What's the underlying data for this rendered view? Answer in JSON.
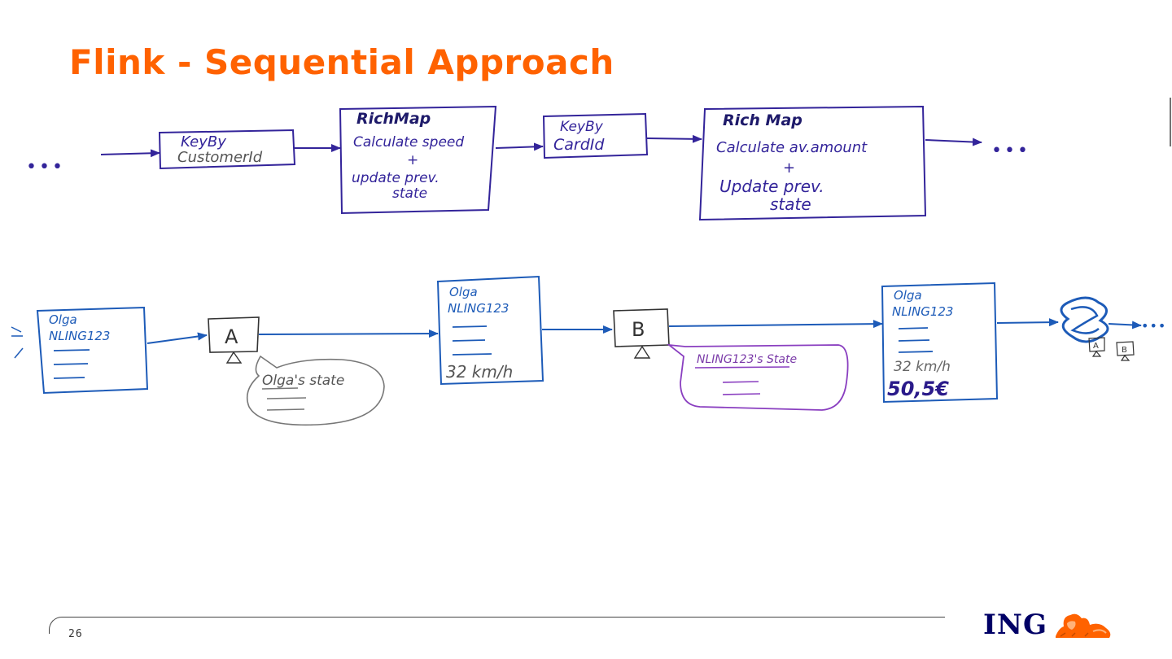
{
  "slide": {
    "title": "Flink - Sequential Approach",
    "page_number": "26",
    "logo_text": "ING"
  },
  "pipeline": {
    "ellipsis_left": "•••",
    "ellipsis_right": "•••",
    "keyby1": {
      "line1": "KeyBy",
      "line2": "CustomerId"
    },
    "richmap1": {
      "title": "RichMap",
      "line1": "Calculate speed",
      "plus": "+",
      "line2": "update prev.",
      "line3": "state"
    },
    "keyby2": {
      "line1": "KeyBy",
      "line2": "CardId"
    },
    "richmap2": {
      "title": "Rich Map",
      "line1": "Calculate av.amount",
      "plus": "+",
      "line2": "Update prev.",
      "line3": "state"
    }
  },
  "flow": {
    "record1": {
      "line1": "Olga",
      "line2": "NLING123"
    },
    "operator_a": "A",
    "state_a": "Olga's state",
    "record2": {
      "line1": "Olga",
      "line2": "NLING123",
      "speed": "32 km/h"
    },
    "operator_b": "B",
    "state_b": "NLING123's State",
    "record3": {
      "line1": "Olga",
      "line2": "NLING123",
      "speed": "32 km/h",
      "amount": "50,5€"
    },
    "mini_a": "A",
    "mini_b": "B",
    "ellipsis_right": "•••"
  },
  "colors": {
    "title": "#ff6200",
    "pipeline_ink": "#33249a",
    "flow_ink": "#1d5bb8",
    "state_a_ink": "#777777",
    "state_b_ink": "#8a3fc0",
    "logo": "#000066"
  }
}
